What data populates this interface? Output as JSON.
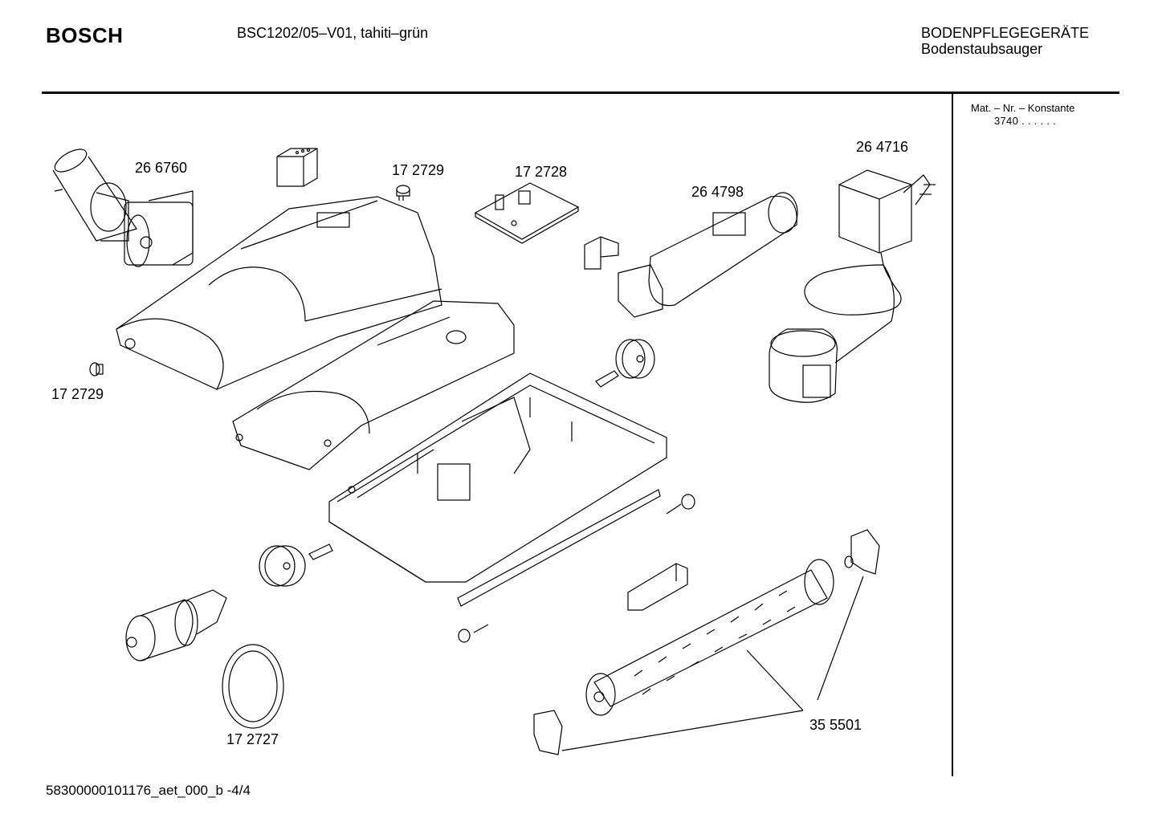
{
  "header": {
    "brand": "BOSCH",
    "model": "BSC1202/05–V01, tahiti–grün",
    "category_line1": "BODENPFLEGEGERÄTE",
    "category_line2": "Bodenstaubsauger"
  },
  "sidebar": {
    "mat_label": "Mat. – Nr. – Konstante",
    "mat_value": "3740 . . . . . ."
  },
  "parts": {
    "p266760": "26 6760",
    "p172729_top": "17 2729",
    "p172728": "17 2728",
    "p264716": "26 4716",
    "p264798": "26 4798",
    "p172729_left": "17 2729",
    "p172727": "17 2727",
    "p355501": "35 5501"
  },
  "footer": {
    "doc_id": "58300000101176_aet_000_b -4/4"
  }
}
